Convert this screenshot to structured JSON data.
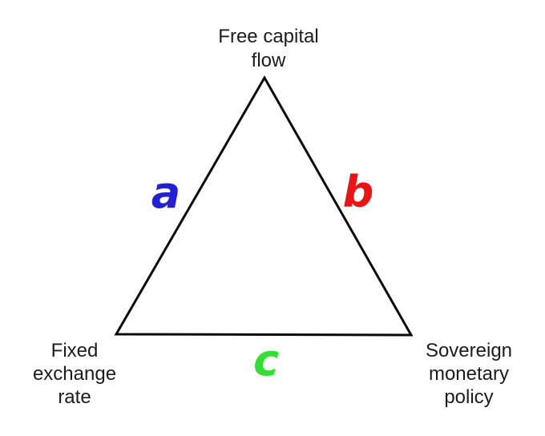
{
  "diagram": {
    "kind": "triangle-trilemma",
    "background": "#ffffff",
    "stroke_color": "#0a0a0a",
    "text_color": "#1c1c1c",
    "vertices": {
      "top": {
        "label": "Free capital flow"
      },
      "bottom_left": {
        "label": "Fixed exchange rate"
      },
      "bottom_right": {
        "label": "Sovereign monetary policy"
      }
    },
    "edges": {
      "left": {
        "label": "a",
        "color": "#2121d3"
      },
      "right": {
        "label": "b",
        "color": "#ea1414"
      },
      "bottom": {
        "label": "c",
        "color": "#32e032"
      }
    }
  }
}
